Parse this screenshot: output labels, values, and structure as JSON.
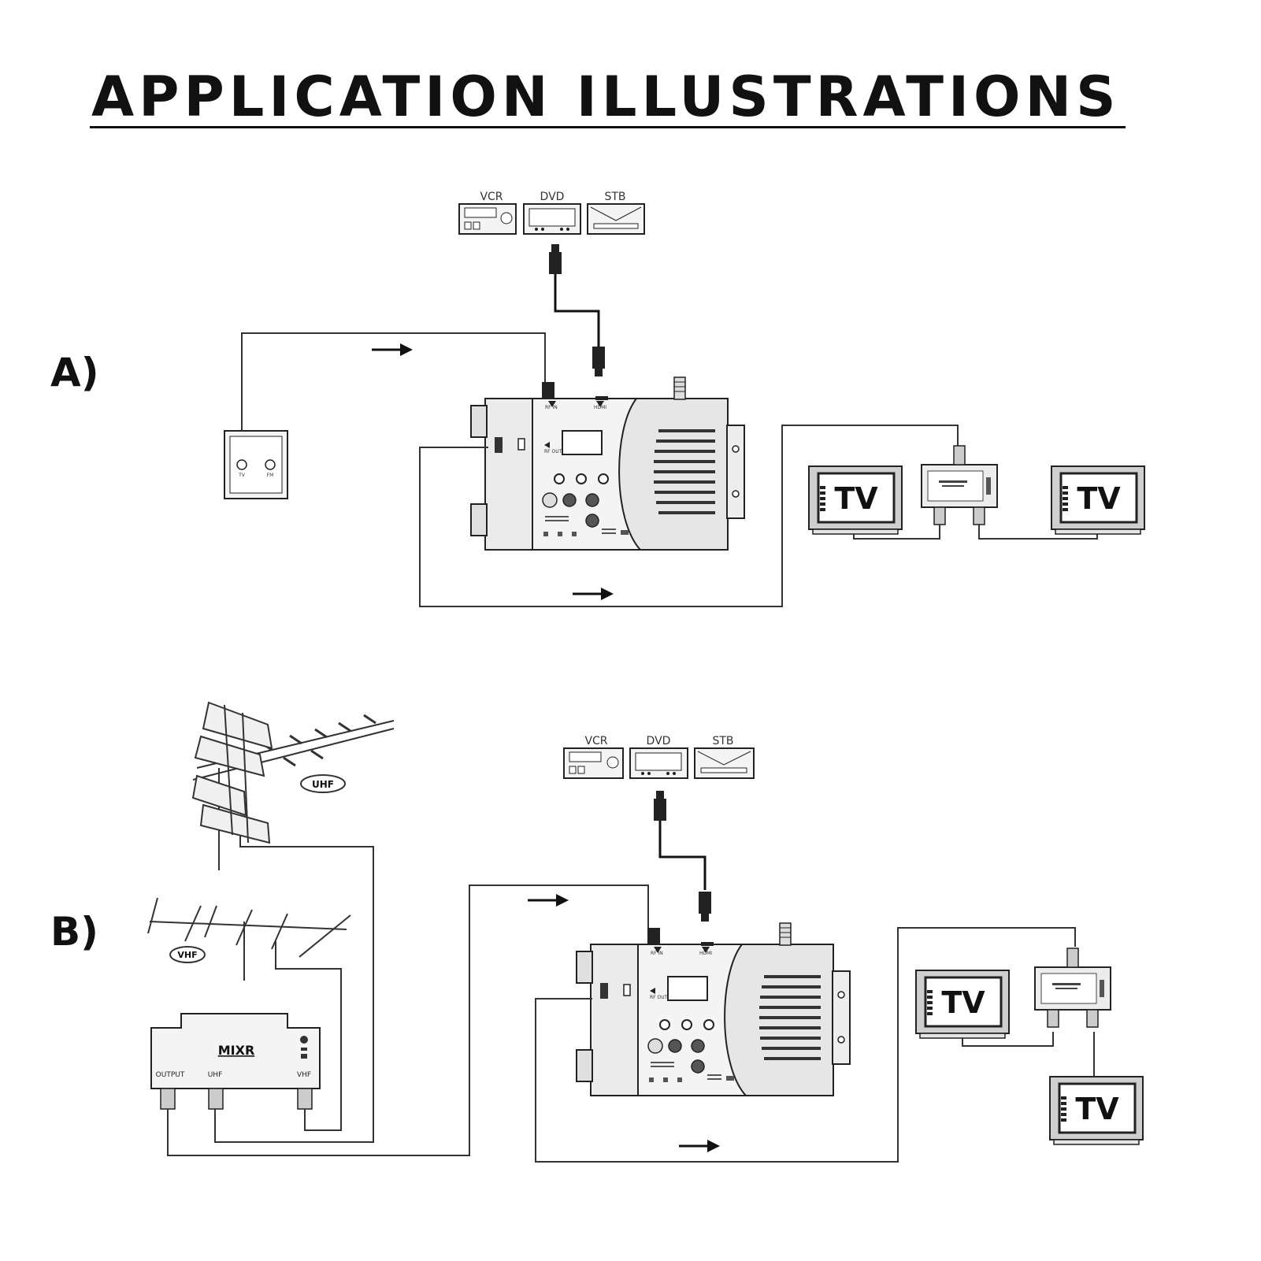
{
  "title": "APPLICATION ILLUSTRATIONS",
  "sections": {
    "a": {
      "label": "A)",
      "sources": [
        "VCR",
        "DVD",
        "STB"
      ],
      "wall_socket_ports": [
        "TV",
        "FM"
      ],
      "modulator_labels": {
        "rf_in": "RF IN",
        "hdmi": "HDMI",
        "rf_out": "RF OUT"
      },
      "tvs": [
        "TV",
        "TV"
      ]
    },
    "b": {
      "label": "B)",
      "sources": [
        "VCR",
        "DVD",
        "STB"
      ],
      "antennas": [
        "UHF",
        "VHF"
      ],
      "mixer": {
        "name": "MIXR",
        "ports": [
          "OUTPUT",
          "UHF",
          "VHF"
        ]
      },
      "modulator_labels": {
        "rf_in": "RF IN",
        "hdmi": "HDMI",
        "rf_out": "RF OUT"
      },
      "tvs": [
        "TV",
        "TV"
      ]
    }
  }
}
